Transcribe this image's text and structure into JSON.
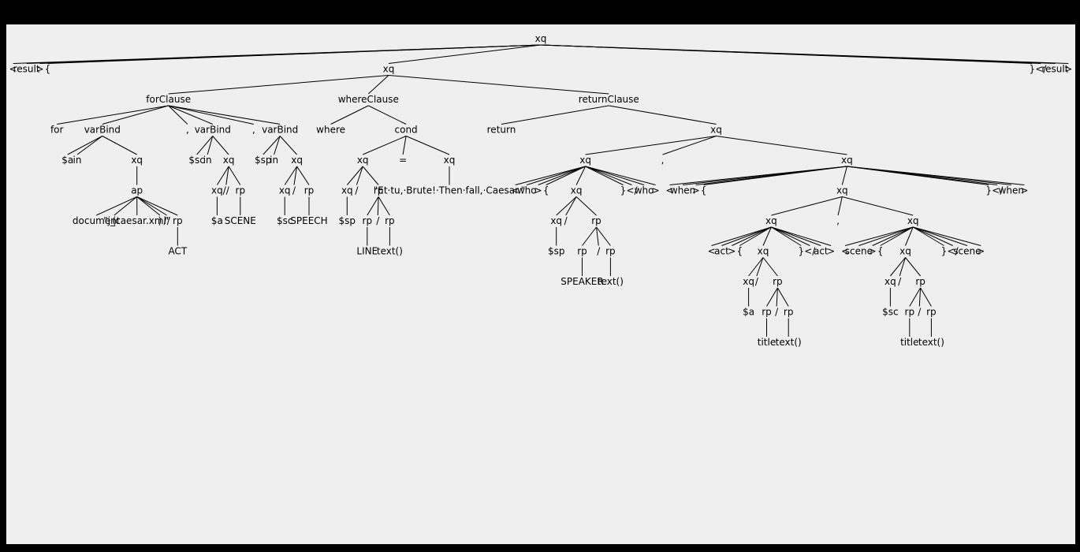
{
  "colors": {
    "background": "#000000",
    "canvas": "#efefef",
    "ink": "#000000"
  },
  "tree": {
    "label": "xq",
    "children": [
      {
        "label": "<"
      },
      {
        "label": "result"
      },
      {
        "label": ">"
      },
      {
        "label": "{"
      },
      {
        "label": "xq",
        "children": [
          {
            "label": "forClause",
            "children": [
              {
                "label": "for"
              },
              {
                "label": "varBind",
                "children": [
                  {
                    "label": "$a"
                  },
                  {
                    "label": "in"
                  },
                  {
                    "label": "xq",
                    "children": [
                      {
                        "label": "ap",
                        "children": [
                          {
                            "label": "document"
                          },
                          {
                            "label": "("
                          },
                          {
                            "label": "\"j_caesar.xml\""
                          },
                          {
                            "label": ")"
                          },
                          {
                            "label": "//"
                          },
                          {
                            "label": "rp",
                            "children": [
                              {
                                "label": "ACT"
                              }
                            ]
                          }
                        ]
                      }
                    ]
                  }
                ]
              },
              {
                "label": ","
              },
              {
                "label": "varBind",
                "children": [
                  {
                    "label": "$sc"
                  },
                  {
                    "label": "in"
                  },
                  {
                    "label": "xq",
                    "children": [
                      {
                        "label": "xq",
                        "children": [
                          {
                            "label": "$a"
                          }
                        ]
                      },
                      {
                        "label": "//"
                      },
                      {
                        "label": "rp",
                        "children": [
                          {
                            "label": "SCENE"
                          }
                        ]
                      }
                    ]
                  }
                ]
              },
              {
                "label": ","
              },
              {
                "label": "varBind",
                "children": [
                  {
                    "label": "$sp"
                  },
                  {
                    "label": "in"
                  },
                  {
                    "label": "xq",
                    "children": [
                      {
                        "label": "xq",
                        "children": [
                          {
                            "label": "$sc"
                          }
                        ]
                      },
                      {
                        "label": "/"
                      },
                      {
                        "label": "rp",
                        "children": [
                          {
                            "label": "SPEECH"
                          }
                        ]
                      }
                    ]
                  }
                ]
              }
            ]
          },
          {
            "label": "whereClause",
            "children": [
              {
                "label": "where"
              },
              {
                "label": "cond",
                "children": [
                  {
                    "label": "xq",
                    "children": [
                      {
                        "label": "xq",
                        "children": [
                          {
                            "label": "$sp"
                          }
                        ]
                      },
                      {
                        "label": "/"
                      },
                      {
                        "label": "rp",
                        "children": [
                          {
                            "label": "rp",
                            "children": [
                              {
                                "label": "LINE"
                              }
                            ]
                          },
                          {
                            "label": "/"
                          },
                          {
                            "label": "rp",
                            "children": [
                              {
                                "label": "text()"
                              }
                            ]
                          }
                        ]
                      }
                    ]
                  },
                  {
                    "label": "="
                  },
                  {
                    "label": "xq",
                    "children": [
                      {
                        "label": "\"Et·tu,·Brute!·Then·fall,·Caesar.\""
                      }
                    ]
                  }
                ]
              }
            ]
          },
          {
            "label": "returnClause",
            "children": [
              {
                "label": "return"
              },
              {
                "label": "xq",
                "children": [
                  {
                    "label": "xq",
                    "children": [
                      {
                        "label": "<"
                      },
                      {
                        "label": "who"
                      },
                      {
                        "label": ">"
                      },
                      {
                        "label": "{"
                      },
                      {
                        "label": "xq",
                        "children": [
                          {
                            "label": "xq",
                            "children": [
                              {
                                "label": "$sp"
                              }
                            ]
                          },
                          {
                            "label": "/"
                          },
                          {
                            "label": "rp",
                            "children": [
                              {
                                "label": "rp",
                                "children": [
                                  {
                                    "label": "SPEAKER"
                                  }
                                ]
                              },
                              {
                                "label": "/"
                              },
                              {
                                "label": "rp",
                                "children": [
                                  {
                                    "label": "text()"
                                  }
                                ]
                              }
                            ]
                          }
                        ]
                      },
                      {
                        "label": "}"
                      },
                      {
                        "label": "</"
                      },
                      {
                        "label": "who"
                      },
                      {
                        "label": ">"
                      }
                    ]
                  },
                  {
                    "label": ","
                  },
                  {
                    "label": "xq",
                    "children": [
                      {
                        "label": "<"
                      },
                      {
                        "label": "when"
                      },
                      {
                        "label": ">"
                      },
                      {
                        "label": "{"
                      },
                      {
                        "label": "xq",
                        "children": [
                          {
                            "label": "xq",
                            "children": [
                              {
                                "label": "<"
                              },
                              {
                                "label": "act"
                              },
                              {
                                "label": ">"
                              },
                              {
                                "label": "{"
                              },
                              {
                                "label": "xq",
                                "children": [
                                  {
                                    "label": "xq",
                                    "children": [
                                      {
                                        "label": "$a"
                                      }
                                    ]
                                  },
                                  {
                                    "label": "/"
                                  },
                                  {
                                    "label": "rp",
                                    "children": [
                                      {
                                        "label": "rp",
                                        "children": [
                                          {
                                            "label": "title"
                                          }
                                        ]
                                      },
                                      {
                                        "label": "/"
                                      },
                                      {
                                        "label": "rp",
                                        "children": [
                                          {
                                            "label": "text()"
                                          }
                                        ]
                                      }
                                    ]
                                  }
                                ]
                              },
                              {
                                "label": "}"
                              },
                              {
                                "label": "</"
                              },
                              {
                                "label": "act"
                              },
                              {
                                "label": ">"
                              }
                            ]
                          },
                          {
                            "label": ","
                          },
                          {
                            "label": "xq",
                            "children": [
                              {
                                "label": "<"
                              },
                              {
                                "label": "scene"
                              },
                              {
                                "label": ">"
                              },
                              {
                                "label": "{"
                              },
                              {
                                "label": "xq",
                                "children": [
                                  {
                                    "label": "xq",
                                    "children": [
                                      {
                                        "label": "$sc"
                                      }
                                    ]
                                  },
                                  {
                                    "label": "/"
                                  },
                                  {
                                    "label": "rp",
                                    "children": [
                                      {
                                        "label": "rp",
                                        "children": [
                                          {
                                            "label": "title"
                                          }
                                        ]
                                      },
                                      {
                                        "label": "/"
                                      },
                                      {
                                        "label": "rp",
                                        "children": [
                                          {
                                            "label": "text()"
                                          }
                                        ]
                                      }
                                    ]
                                  }
                                ]
                              },
                              {
                                "label": "}"
                              },
                              {
                                "label": "</"
                              },
                              {
                                "label": "scene"
                              },
                              {
                                "label": ">"
                              }
                            ]
                          }
                        ]
                      },
                      {
                        "label": "}"
                      },
                      {
                        "label": "</"
                      },
                      {
                        "label": "when"
                      },
                      {
                        "label": ">"
                      }
                    ]
                  }
                ]
              }
            ]
          }
        ]
      },
      {
        "label": "}"
      },
      {
        "label": "</"
      },
      {
        "label": "result"
      },
      {
        "label": ">"
      }
    ]
  }
}
